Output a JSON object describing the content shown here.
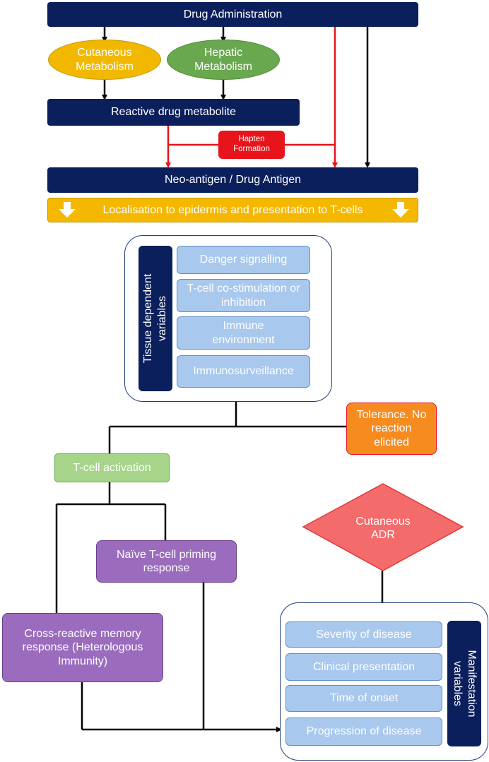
{
  "top": {
    "drug_administration": "Drug Administration",
    "cutaneous_metabolism": "Cutaneous Metabolism",
    "hepatic_metabolism": "Hepatic Metabolism",
    "reactive_metabolite": "Reactive drug metabolite",
    "hapten_formation": "Hapten Formation",
    "neo_antigen": "Neo-antigen / Drug Antigen",
    "localisation": "Localisation to epidermis and presentation to T-cells"
  },
  "tissue_panel": {
    "label": "Tissue dependent variables",
    "items": [
      "Danger signalling",
      "T-cell co-stimulation or inhibition",
      "Immune environment",
      "Immunosurveillance"
    ]
  },
  "tolerance": "Tolerance. No reaction elicited",
  "tcell_activation": "T-cell activation",
  "naive_priming": "Naïve T-cell priming response",
  "cross_reactive": "Cross-reactive memory response (Heterologous Immunity)",
  "cutaneous_adr": "Cutaneous ADR",
  "manifestation_panel": {
    "label": "Manifestation variables",
    "items": [
      "Severity of disease",
      "Clinical presentation",
      "Time of onset",
      "Progression of disease"
    ]
  },
  "colors": {
    "navy": "#0b1f5c",
    "cutaneous_yellow": "#f2b800",
    "hepatic_green": "#6aa84f",
    "hapten_red": "#e8141b",
    "localisation_orange": "#f5b800",
    "tolerance_orange": "#f68b1f",
    "tcell_green": "#a6d58a",
    "purple": "#9b6cbe",
    "adr_red": "#f46b6b",
    "light_blue": "#a9c8ee"
  }
}
